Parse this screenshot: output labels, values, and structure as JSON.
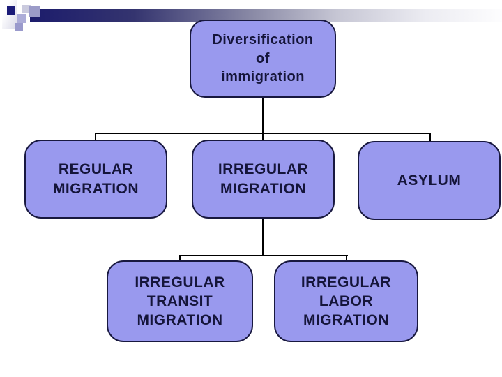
{
  "diagram": {
    "type": "org-chart",
    "nodes": {
      "root": {
        "label": "Diversification\nof\nimmigration",
        "children": [
          "regular",
          "irregular",
          "asylum"
        ]
      },
      "regular": {
        "label": "REGULAR\nMIGRATION",
        "children": []
      },
      "irregular": {
        "label": "IRREGULAR\nMIGRATION",
        "children": [
          "transit",
          "labor"
        ]
      },
      "asylum": {
        "label": "ASYLUM",
        "children": []
      },
      "transit": {
        "label": "IRREGULAR\nTRANSIT\nMIGRATION",
        "children": []
      },
      "labor": {
        "label": "IRREGULAR\nLABOR\nMIGRATION",
        "children": []
      }
    }
  },
  "colors": {
    "box_fill": "#9999ee",
    "box_border": "#18183f",
    "text_color": "#15153a",
    "connector": "#000000",
    "bar_dark": "#1c1c6c",
    "bar_light": "#fdfdfe",
    "sq_dark": "#1b1b78"
  }
}
